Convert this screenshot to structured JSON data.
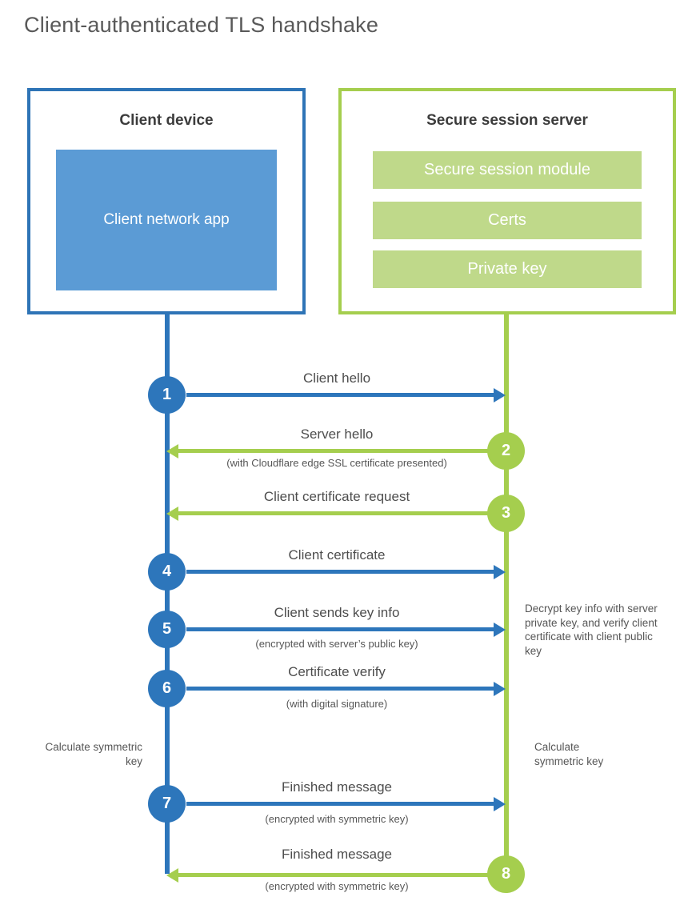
{
  "title": "Client-authenticated TLS handshake",
  "colors": {
    "client_blue": "#2d76bb",
    "client_blue_light": "#5b9bd5",
    "server_green": "#a5ce4e",
    "server_green_light": "#bfd98a"
  },
  "client": {
    "title": "Client device",
    "app_label": "Client network app"
  },
  "server": {
    "title": "Secure session server",
    "modules": [
      "Secure session module",
      "Certs",
      "Private key"
    ]
  },
  "steps": [
    {
      "number": "1",
      "label": "Client hello",
      "sublabel": "",
      "direction": "client-to-server"
    },
    {
      "number": "2",
      "label": "Server hello",
      "sublabel": "(with Cloudflare edge SSL certificate presented)",
      "direction": "server-to-client"
    },
    {
      "number": "3",
      "label": "Client certificate request",
      "sublabel": "",
      "direction": "server-to-client"
    },
    {
      "number": "4",
      "label": "Client certificate",
      "sublabel": "",
      "direction": "client-to-server"
    },
    {
      "number": "5",
      "label": "Client sends key info",
      "sublabel": "(encrypted with server’s public key)",
      "direction": "client-to-server"
    },
    {
      "number": "6",
      "label": "Certificate verify",
      "sublabel": "(with digital signature)",
      "direction": "client-to-server"
    },
    {
      "number": "7",
      "label": "Finished message",
      "sublabel": "(encrypted with symmetric key)",
      "direction": "client-to-server"
    },
    {
      "number": "8",
      "label": "Finished message",
      "sublabel": "(encrypted with symmetric key)",
      "direction": "server-to-client"
    }
  ],
  "annotations": {
    "calculate_left": "Calculate symmetric key",
    "calculate_right": "Calculate symmetric key",
    "decrypt_note": "Decrypt key info with server private key, and verify client certificate with client public key"
  }
}
